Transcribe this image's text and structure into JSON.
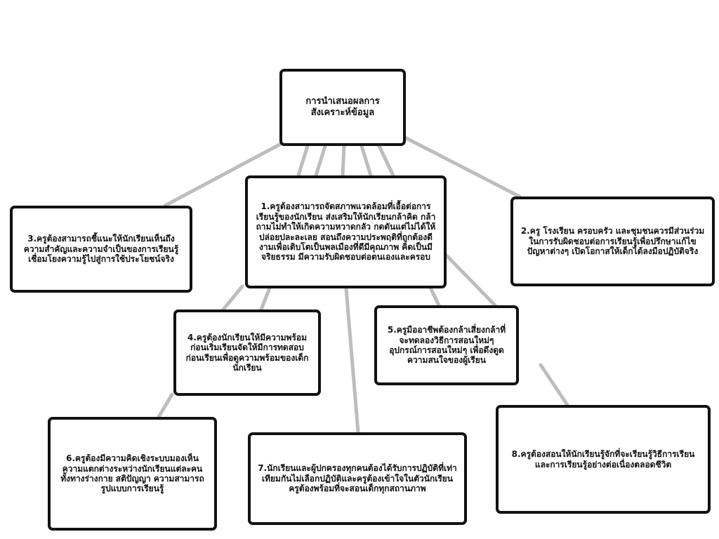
{
  "diagram": {
    "root": {
      "text": "การนำเสนอผลการสังเคราะห์ข้อมูล"
    },
    "nodes": [
      {
        "id": "1",
        "text": "1.ครูต้องสามารถจัดสภาพแวดล้อมที่เอื้อต่อการเรียนรู้ของนักเรียน ส่งเสริมให้นักเรียนกล้าคิด กล้าถามไม่ทำให้เกิดความหวาดกลัว กดดันแต่ไม่ได้ให้ปล่อยปละละเลย สอนถึงความประพฤติที่ถูกต้องดีงามเพื่อเติบโตเป็นพลเมืองที่ดีมีคุณภาพ คิดเป็นมีจริยธรรม มีความรับผิดชอบต่อตนเองและครอบ"
      },
      {
        "id": "2",
        "text": "2.ครู โรงเรียน ครอบครัว และชุมชนควรมีส่วนร่วมในการรับผิดชอบต่อการเรียนรู้เพื่อปรึกษาแก้ไขปัญหาต่างๆ เปิดโอกาสให้เด็กได้ลงมือปฏิบัติจริง"
      },
      {
        "id": "3",
        "text": "3.ครูต้องสามารถชี้แนะให้นักเรียนเห็นถึงความสำคัญและความจำเป็นของการเรียนรู้ เชื่อมโยงความรู้ไปสู่การใช้ประโยชน์จริง"
      },
      {
        "id": "4",
        "text": "4.ครูต้องนักเรียนให้มีความพร้อมก่อนเริ่มเรียนจัดให้มีการทดสอบก่อนเรียนเพื่อดูความพร้อมของเด็กนักเรียน"
      },
      {
        "id": "5",
        "text": "5.ครูมืออาชีพต้องกล้าเสี่ยงกล้าที่จะทดลองวิธีการสอนใหม่ๆ อุปกรณ์การสอนใหม่ๆ เพื่อดึงดูดความสนใจของผู้เรียน"
      },
      {
        "id": "6",
        "text": "6.ครูต้องมีความคิดเชิงระบบมองเห็นความแตกต่างระหว่างนักเรียนแต่ละคน ทั้งทางร่างกาย สติปัญญา ความสามารถรูปแบบการเรียนรู้"
      },
      {
        "id": "7",
        "text": "7.นักเรียนและผู้ปกครองทุกคนต้องได้รับการปฏิบัติที่เท่าเทียมกันไม่เลือกปฏิบัติและครูต้องเข้าใจในตัวนักเรียน ครูต้องพร้อมที่จะสอนเด็กทุกสถานภาพ"
      },
      {
        "id": "8",
        "text": "8.ครูต้องสอนให้นักเรียนรู้จักที่จะเรียนรู้วิธีการเรียน และการเรียนรู้อย่างต่อเนื่องตลอดชีวิต"
      }
    ]
  },
  "colors": {
    "border": "#111111",
    "connector": "#bdbdbd",
    "background": "#ffffff",
    "text": "#111111"
  }
}
